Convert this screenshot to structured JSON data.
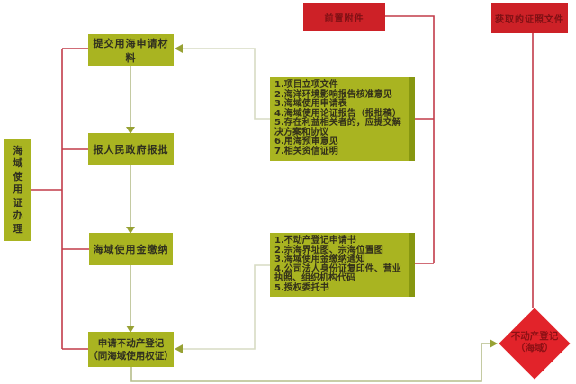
{
  "title": "海域使用证办理流程图",
  "colors": {
    "node_green": "#a9b421",
    "node_green_edge": "#879710",
    "node_red": "#cd2127",
    "diamond_red": "#e2232a",
    "line_red": "#c23b49",
    "line_olive": "#b6bd8a",
    "line_pale": "#d7dbc3",
    "arrow_olive": "#97a133",
    "text_dark": "#30301f",
    "text_red_dark": "#7e1014"
  },
  "left_box": {
    "label": "海域使用证办理"
  },
  "top_labels": {
    "attachments": "前置附件",
    "certificates": "获取的证照文件"
  },
  "flow": {
    "step1": "提交用海申请材料",
    "step2": "报人民政府报批",
    "step3": "海域使用金缴纳",
    "step4_line1": "申请不动产登记",
    "step4_line2": "（同海域使用权证）"
  },
  "attachment_list1": {
    "items": [
      "1.项目立项文件",
      "2.海洋环境影响报告核准意见",
      "3.海域使用申请表",
      "4.海域使用论证报告（报批稿）",
      "5.存在利益相关者的，应提交解决方案和协议",
      "6.用海预审意见",
      "7.相关资信证明"
    ]
  },
  "attachment_list2": {
    "items": [
      "1.不动产登记申请书",
      "2.宗海界址图、宗海位置图",
      "3.海域使用金缴纳通知",
      "4.公司法人身份证复印件、营业执照、组织机构代码",
      "5.授权委托书"
    ]
  },
  "diamond": {
    "line1": "不动产登记",
    "line2": "（海域）"
  }
}
